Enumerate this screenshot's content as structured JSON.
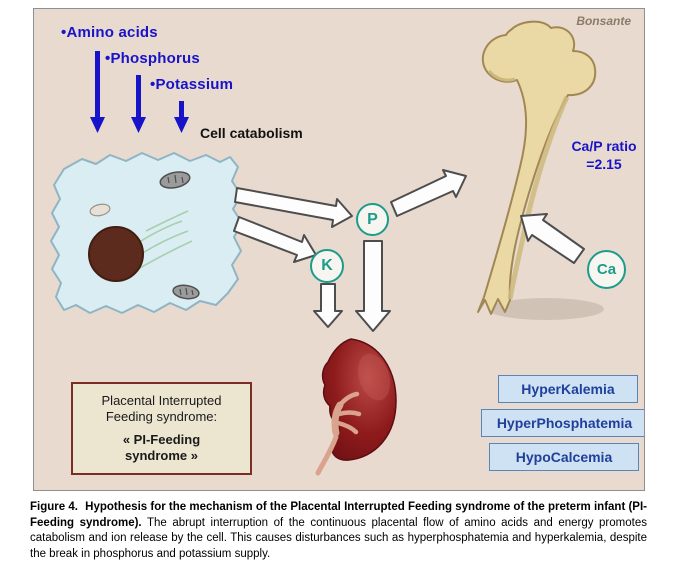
{
  "figure": {
    "credit": "Bonsante",
    "nutrients": [
      "•Amino acids",
      "•Phosphorus",
      "•Potassium"
    ],
    "cell_label": "Cell catabolism",
    "ions": {
      "p": "P",
      "k": "K",
      "ca": "Ca"
    },
    "ratio": {
      "line1": "Ca/P ratio",
      "line2": "=2.15"
    },
    "syndrome_box": {
      "line1": "Placental Interrupted",
      "line2": "Feeding syndrome:",
      "line3": "« PI-Feeding",
      "line4": "syndrome »"
    },
    "findings": [
      "HyperKalemia",
      "HyperPhosphatemia",
      "HypoCalcemia"
    ],
    "colors": {
      "background": "#e9dad0",
      "accent_blue": "#1813c8",
      "ion_teal": "#1d9b8b",
      "finding_fill": "#cfe2f3",
      "finding_text": "#20409c",
      "syndrome_border": "#7b2e24",
      "bone_fill": "#ead9a5",
      "kidney_red": "#8e1b1c"
    }
  },
  "caption": {
    "label": "Figure 4.",
    "title": "Hypothesis for the mechanism of the Placental Interrupted Feeding syndrome of the preterm infant (PI-Feeding syndrome).",
    "body": "The abrupt interruption of the continuous placental flow of amino acids and energy promotes catabolism and ion release by the cell. This causes disturbances such as hyperphosphatemia and hyperkalemia, despite the break in phosphorus and potassium supply."
  }
}
